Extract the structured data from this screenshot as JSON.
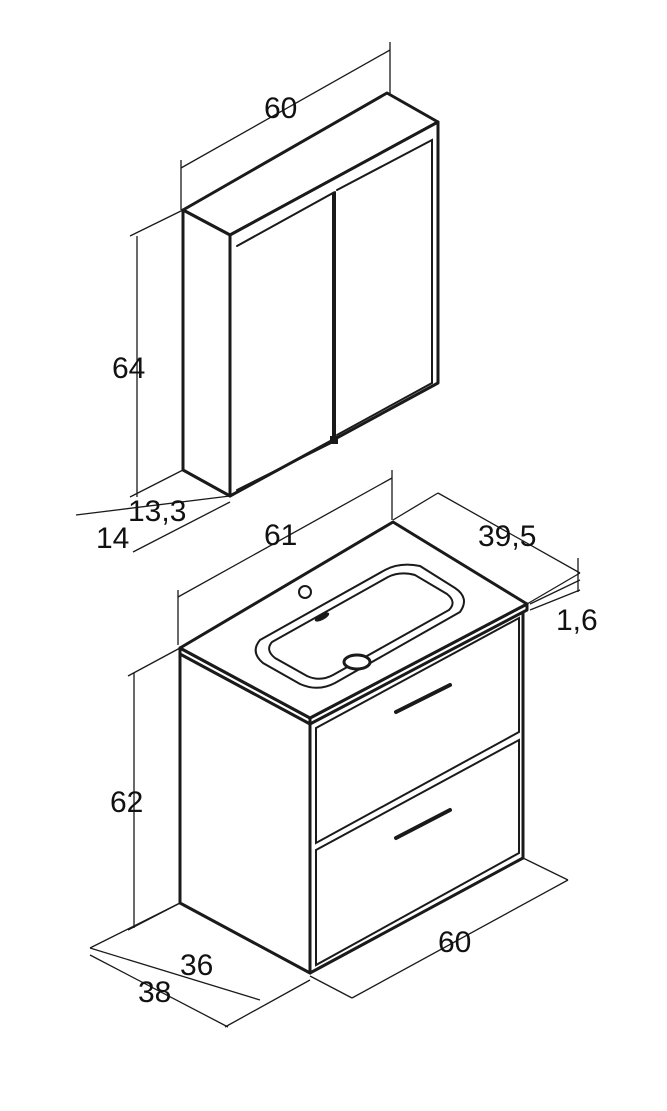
{
  "dimensions": {
    "mirror_cabinet": {
      "width": "60",
      "height": "64",
      "depth_inner": "13,3",
      "depth_outer": "14"
    },
    "washbasin": {
      "width": "61",
      "depth": "39,5",
      "thickness": "1,6"
    },
    "vanity_unit": {
      "height": "62",
      "width": "60",
      "depth_inner": "36",
      "depth_outer": "38"
    }
  }
}
